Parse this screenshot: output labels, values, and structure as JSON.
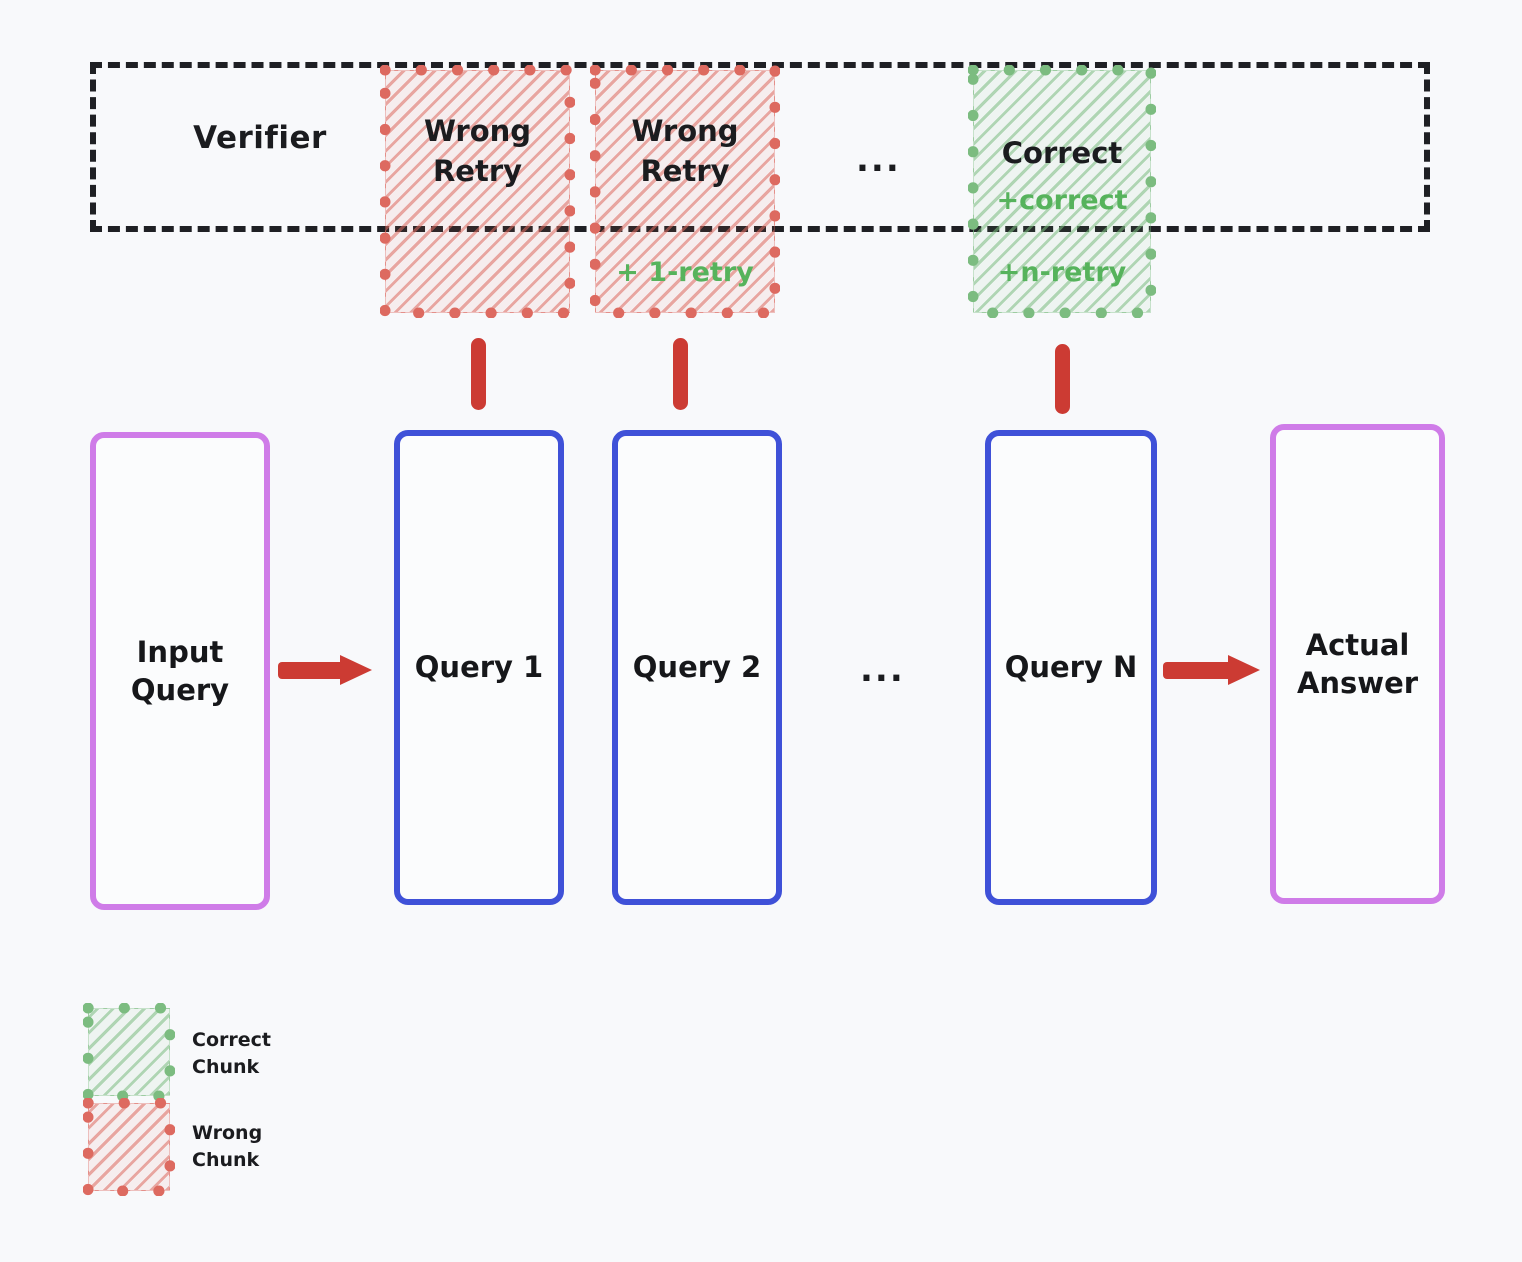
{
  "diagram": {
    "title": "Verifier retry pipeline",
    "colors": {
      "background": "#f8f9fb",
      "verifier_border": "#1f2024",
      "wrong_chunk": "#dd6a60",
      "correct_chunk": "#7cbc80",
      "retry_text": "#56b35c",
      "arrow_red": "#cc3b33",
      "query_border": "#3f51d8",
      "io_border": "#cf7ce8",
      "text": "#16171a"
    }
  },
  "verifier": {
    "label": "Verifier"
  },
  "chunks": [
    {
      "id": "chunk-wrong-1",
      "kind": "wrong",
      "title_line1": "Wrong",
      "title_line2": "Retry",
      "annotation": ""
    },
    {
      "id": "chunk-wrong-2",
      "kind": "wrong",
      "title_line1": "Wrong",
      "title_line2": "Retry",
      "annotation": "+ 1-retry"
    },
    {
      "id": "chunk-correct-n",
      "kind": "correct",
      "title_line1": "Correct",
      "title_line2": "",
      "annotation_top": "+correct",
      "annotation": "+n-retry"
    }
  ],
  "chunk_ellipsis": "...",
  "pipeline": {
    "input": {
      "line1": "Input",
      "line2": "Query"
    },
    "queries": [
      {
        "label": "Query 1"
      },
      {
        "label": "Query 2"
      },
      {
        "label": "Query N"
      }
    ],
    "query_ellipsis": "...",
    "output": {
      "line1": "Actual",
      "line2": "Answer"
    }
  },
  "legend": [
    {
      "kind": "correct",
      "line1": "Correct",
      "line2": "Chunk"
    },
    {
      "kind": "wrong",
      "line1": "Wrong",
      "line2": "Chunk"
    }
  ]
}
